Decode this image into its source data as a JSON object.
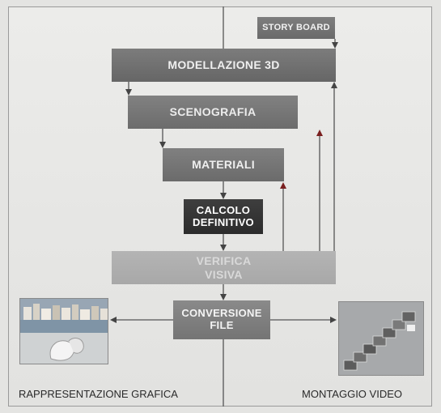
{
  "diagram": {
    "nodes": {
      "story_board": "STORY BOARD",
      "modellazione": "MODELLAZIONE 3D",
      "scenografia": "SCENOGRAFIA",
      "materiali": "MATERIALI",
      "calcolo": "CALCOLO\nDEFINITIVO",
      "verifica": "VERIFICA\nVISIVA",
      "conversione": "CONVERSIONE\nFILE"
    },
    "outputs": {
      "left_caption": "RAPPRESENTAZIONE GRAFICA",
      "right_caption": "MONTAGGIO VIDEO"
    },
    "edges": [
      {
        "from": "story_board",
        "to": "modellazione"
      },
      {
        "from": "modellazione",
        "to": "scenografia"
      },
      {
        "from": "scenografia",
        "to": "materiali"
      },
      {
        "from": "materiali",
        "to": "calcolo"
      },
      {
        "from": "calcolo",
        "to": "verifica"
      },
      {
        "from": "verifica",
        "to": "conversione"
      },
      {
        "from": "verifica",
        "to": "materiali"
      },
      {
        "from": "verifica",
        "to": "scenografia"
      },
      {
        "from": "verifica",
        "to": "modellazione"
      },
      {
        "from": "conversione",
        "to": "rappresentazione_grafica"
      },
      {
        "from": "conversione",
        "to": "montaggio_video"
      }
    ],
    "colors": {
      "line": "#555555",
      "arrow": "#444444",
      "feedback_arrow": "#7a1f1f"
    }
  }
}
